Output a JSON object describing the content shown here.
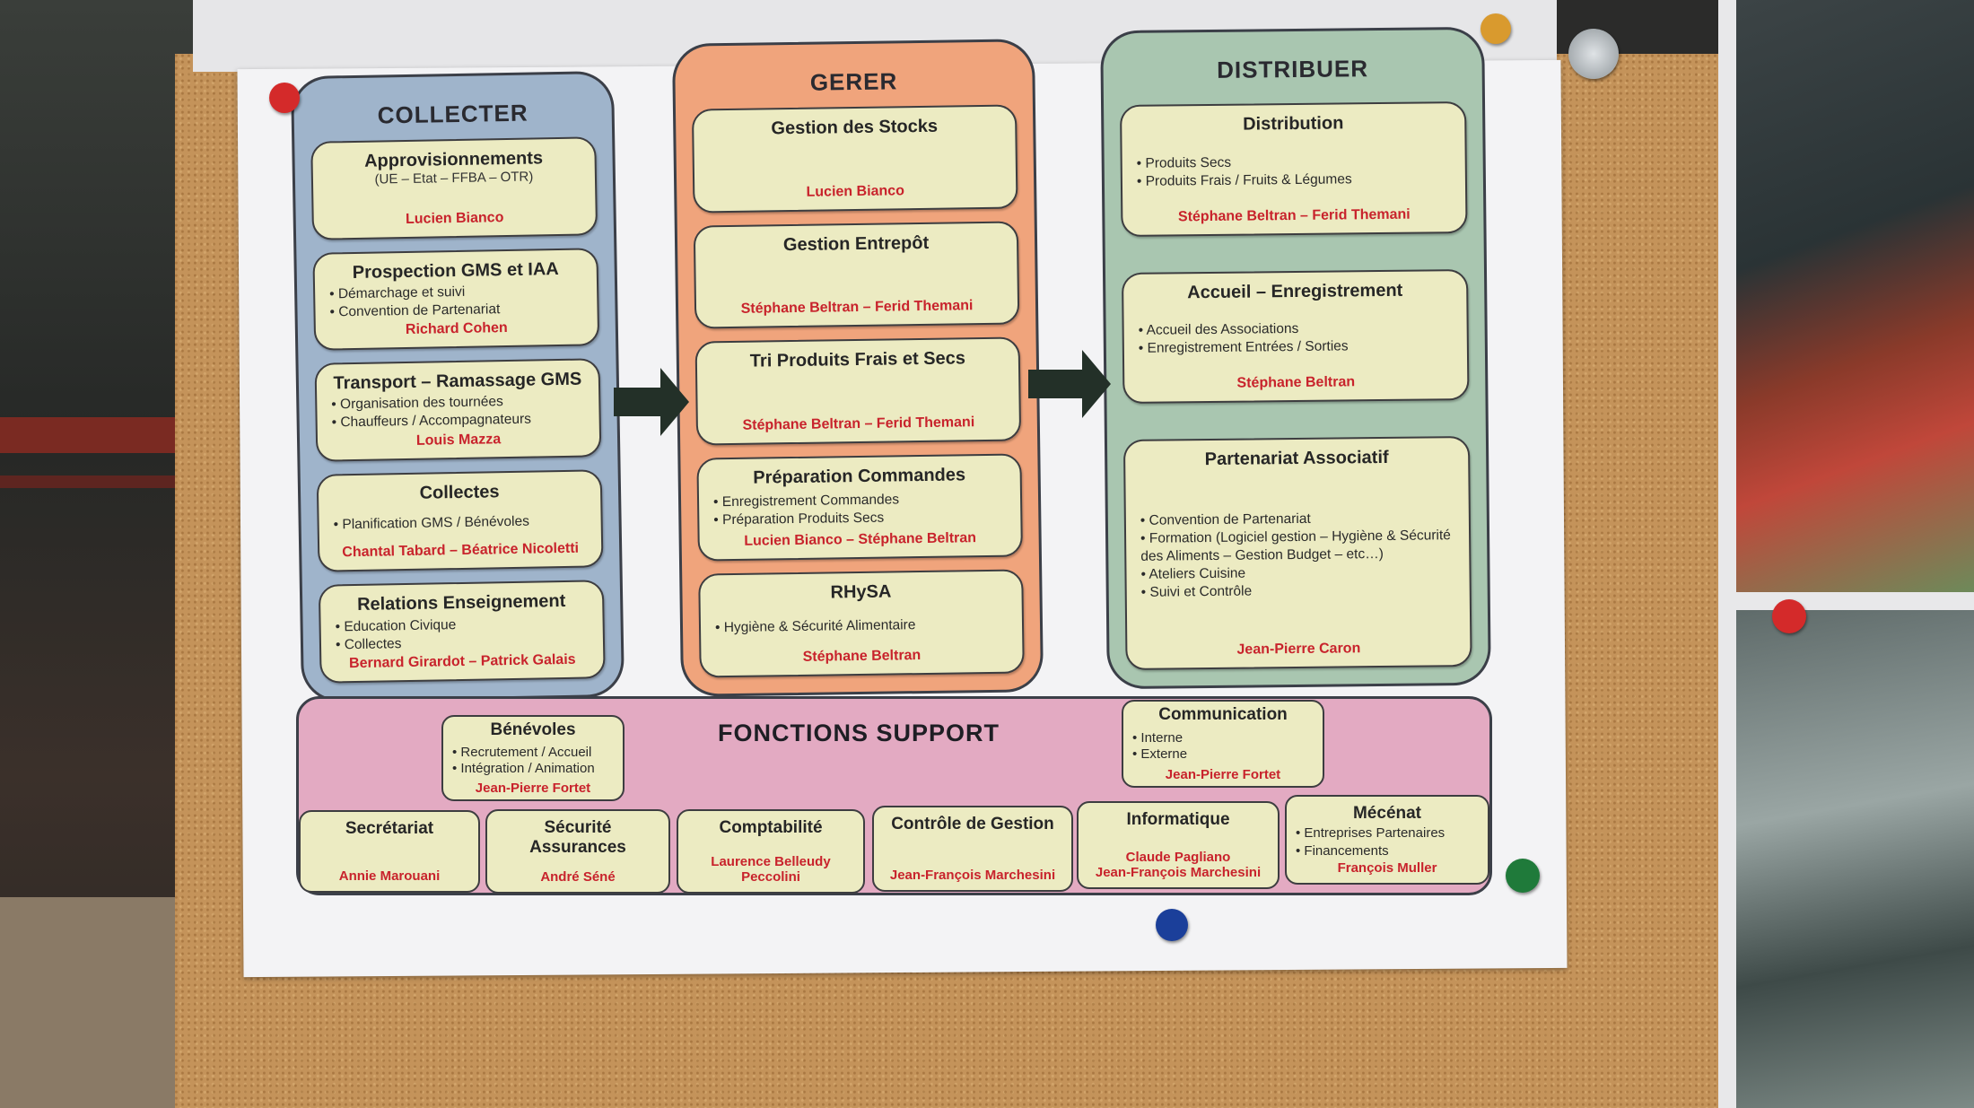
{
  "columns": [
    {
      "id": "collecter",
      "title": "COLLECTER",
      "color": "#9fb4cb",
      "boxes": [
        {
          "title": "Approvisionnements",
          "subtitle": "(UE – Etat – FFBA – OTR)",
          "bullets": [],
          "people": "Lucien Bianco"
        },
        {
          "title": "Prospection GMS et IAA",
          "bullets": [
            "Démarchage et suivi",
            "Convention de Partenariat"
          ],
          "people": "Richard Cohen"
        },
        {
          "title": "Transport – Ramassage GMS",
          "bullets": [
            "Organisation des tournées",
            "Chauffeurs /  Accompagnateurs"
          ],
          "people": "Louis Mazza"
        },
        {
          "title": "Collectes",
          "bullets": [
            "Planification GMS / Bénévoles"
          ],
          "people": "Chantal Tabard – Béatrice Nicoletti"
        },
        {
          "title": "Relations Enseignement",
          "bullets": [
            "Education Civique",
            "Collectes"
          ],
          "people": "Bernard Girardot – Patrick Galais"
        }
      ]
    },
    {
      "id": "gerer",
      "title": "GERER",
      "color": "#f0a47c",
      "boxes": [
        {
          "title": "Gestion des Stocks",
          "bullets": [],
          "people": "Lucien Bianco"
        },
        {
          "title": "Gestion Entrepôt",
          "bullets": [],
          "people": "Stéphane Beltran – Ferid Themani"
        },
        {
          "title": "Tri Produits Frais et Secs",
          "bullets": [],
          "people": "Stéphane Beltran – Ferid Themani"
        },
        {
          "title": "Préparation Commandes",
          "bullets": [
            "Enregistrement Commandes",
            "Préparation Produits Secs"
          ],
          "people": "Lucien Bianco – Stéphane Beltran"
        },
        {
          "title": "RHySA",
          "bullets": [
            "Hygiène & Sécurité Alimentaire"
          ],
          "people": "Stéphane Beltran"
        }
      ]
    },
    {
      "id": "distribuer",
      "title": "DISTRIBUER",
      "color": "#a9c6b0",
      "boxes": [
        {
          "title": "Distribution",
          "bullets": [
            "Produits Secs",
            "Produits Frais / Fruits & Légumes"
          ],
          "people": "Stéphane Beltran – Ferid Themani"
        },
        {
          "title": "Accueil – Enregistrement",
          "bullets": [
            "Accueil des Associations",
            "Enregistrement Entrées / Sorties"
          ],
          "people": "Stéphane Beltran"
        },
        {
          "title": "Partenariat Associatif",
          "bullets": [
            "Convention de Partenariat",
            "Formation (Logiciel gestion – Hygiène & Sécurité des Aliments – Gestion Budget – etc…)",
            "Ateliers Cuisine",
            "Suivi et Contrôle"
          ],
          "people": "Jean-Pierre Caron"
        }
      ]
    }
  ],
  "support": {
    "title": "FONCTIONS SUPPORT",
    "color": "#e3aac2",
    "boxes": [
      {
        "title": "Bénévoles",
        "bullets": [
          "Recrutement / Accueil",
          "Intégration / Animation"
        ],
        "people": "Jean-Pierre Fortet"
      },
      {
        "title": "Communication",
        "bullets": [
          "Interne",
          "Externe"
        ],
        "people": "Jean-Pierre Fortet"
      },
      {
        "title": "Secrétariat",
        "bullets": [],
        "people": "Annie Marouani"
      },
      {
        "title": "Sécurité Assurances",
        "bullets": [],
        "people": "André Séné"
      },
      {
        "title": "Comptabilité",
        "bullets": [],
        "people": "Laurence Belleudy Peccolini"
      },
      {
        "title": "Contrôle de Gestion",
        "bullets": [],
        "people": "Jean-François Marchesini"
      },
      {
        "title": "Informatique",
        "bullets": [],
        "people": "Claude Pagliano\nJean-François Marchesini"
      },
      {
        "title": "Mécénat",
        "bullets": [
          "Entreprises Partenaires",
          "Financements"
        ],
        "people": "François Muller"
      }
    ]
  },
  "colors": {
    "box": "#ecebc2",
    "people_text": "#c8232c",
    "cork": "#c4935a"
  }
}
